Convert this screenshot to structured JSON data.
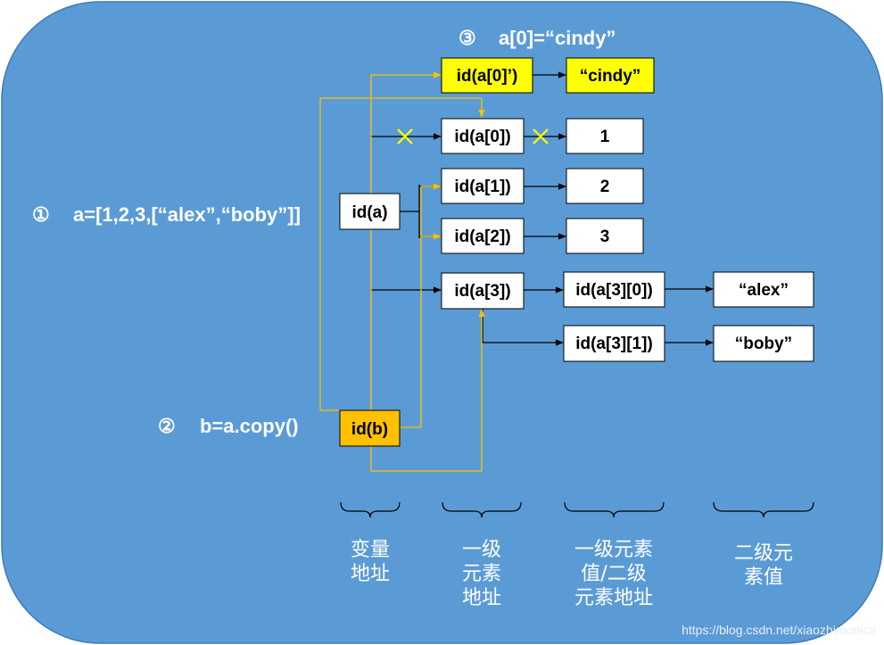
{
  "colors": {
    "background": "#5b9bd5",
    "box_default": "#ffffff",
    "box_highlight": "#ffff00",
    "box_copy": "#ffc000",
    "line_black": "#000000",
    "line_yellow": "#ffc000",
    "cross": "#ffff00"
  },
  "steps": {
    "step1": {
      "marker": "①",
      "code": "a=[1,2,3,[“alex”,“boby”]]"
    },
    "step2": {
      "marker": "②",
      "code": "b=a.copy()"
    },
    "step3": {
      "marker": "③",
      "code": "a[0]=“cindy”"
    }
  },
  "boxes": {
    "id_a": "id(a)",
    "id_b": "id(b)",
    "id_a0_new": "id(a[0]’)",
    "val_cindy": "“cindy”",
    "id_a0": "id(a[0])",
    "val_1": "1",
    "id_a1": "id(a[1])",
    "val_2": "2",
    "id_a2": "id(a[2])",
    "val_3": "3",
    "id_a3": "id(a[3])",
    "id_a30": "id(a[3][0])",
    "val_alex": "“alex”",
    "id_a31": "id(a[3][1])",
    "val_boby": "“boby”"
  },
  "categories": {
    "var_addr": [
      "变量",
      "地址"
    ],
    "level1_addr": [
      "一级",
      "元素",
      "地址"
    ],
    "level1_val": [
      "一级元素",
      "值/二级",
      "元素地址"
    ],
    "level2_val": [
      "二级元",
      "素值"
    ]
  },
  "watermark": "https://blog.csdn.net/xiaozhimonica"
}
